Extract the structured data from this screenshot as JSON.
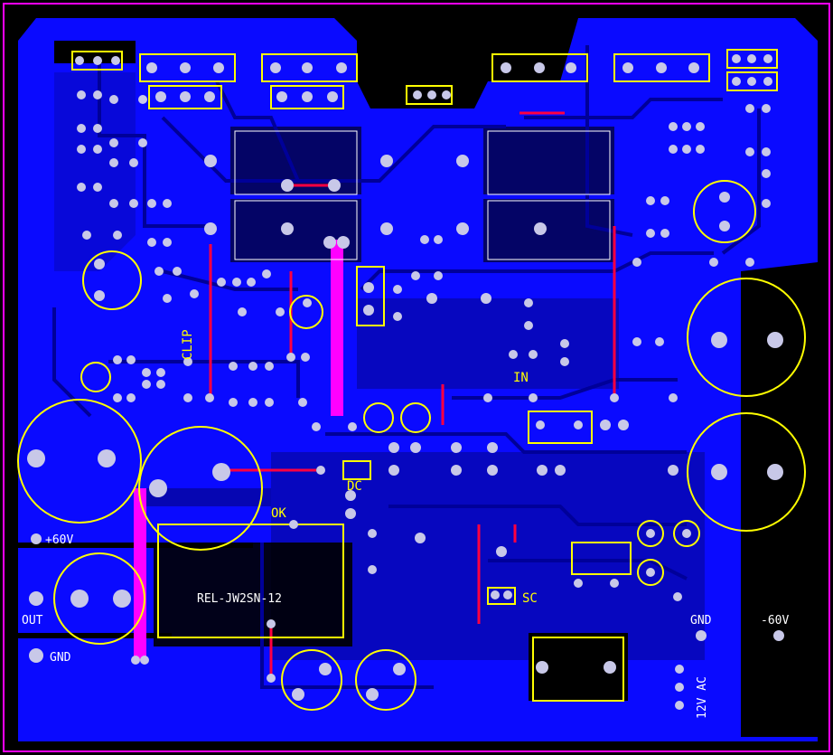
{
  "colors": {
    "background": "#000000",
    "copper_fill": "#0a0aff",
    "trace_blue": "#0000cc",
    "trace_red": "#ff0040",
    "trace_magenta": "#ff00ff",
    "silkscreen": "#ffff00",
    "pads": "#c8c8e8",
    "outline": "#ff00ff"
  },
  "labels": {
    "plus60v": "+60V",
    "out": "OUT",
    "gnd_left": "GND",
    "gnd_right": "GND",
    "minus60v": "-60V",
    "relay": "REL-JW2SN-12",
    "ac12v": "12V AC",
    "clip": "CLIP",
    "in": "IN",
    "dc": "DC",
    "ok": "OK",
    "sc": "SC"
  }
}
